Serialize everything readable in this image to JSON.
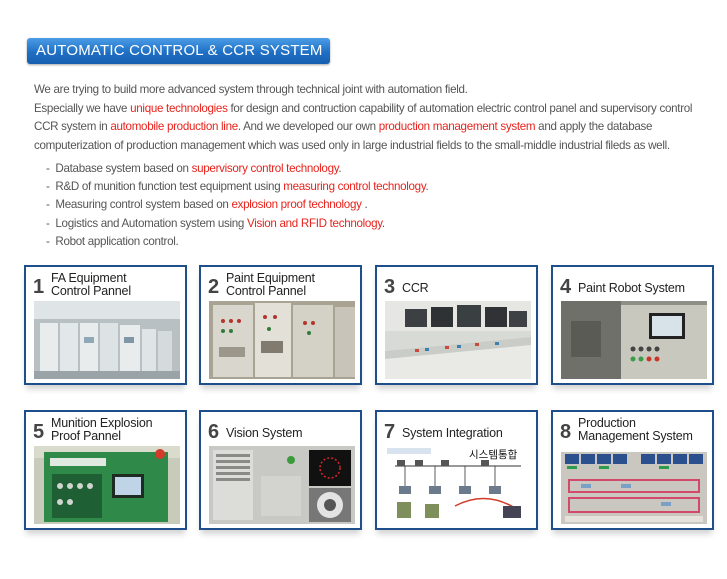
{
  "section": {
    "title": "AUTOMATIC CONTROL & CCR SYSTEM"
  },
  "intro": {
    "line1": "We are trying to build more advanced system through technical joint with automation field.",
    "line2a": "Especially we have ",
    "line2b": "unique technologies",
    "line2c": " for design and contruction capability of automation electric control panel and supervisory control",
    "line3a": "CCR system in ",
    "line3b": "automobile production line",
    "line3c": ". And we developed our own ",
    "line3d": "production management system",
    "line3e": " and apply the database",
    "line4": "computerization of production management which was used only in large industrial fields to the small-middle industrial fileds as well."
  },
  "bullets": [
    {
      "text": "Database system based on ",
      "hl": "supervisory control technology",
      "end": "."
    },
    {
      "text": "R&D of munition function test equipment using ",
      "hl": "measuring control technology",
      "end": "."
    },
    {
      "text": "Measuring control system based on ",
      "hl": "explosion proof technology",
      "end": " ."
    },
    {
      "text": "Logistics and Automation system using ",
      "hl": "Vision and RFID technology",
      "end": "."
    },
    {
      "text": "Robot application control.",
      "hl": "",
      "end": ""
    }
  ],
  "cards": [
    {
      "num": "1",
      "line1": "FA Equipment",
      "line2": "Control Pannel"
    },
    {
      "num": "2",
      "line1": "Paint Equipment",
      "line2": "Control Pannel"
    },
    {
      "num": "3",
      "line1": "CCR",
      "line2": ""
    },
    {
      "num": "4",
      "line1": "Paint Robot System",
      "line2": ""
    },
    {
      "num": "5",
      "line1": "Munition Explosion",
      "line2": "Proof Pannel"
    },
    {
      "num": "6",
      "line1": "Vision System",
      "line2": ""
    },
    {
      "num": "7",
      "line1": "System Integration",
      "line2": ""
    },
    {
      "num": "8",
      "line1": "Production",
      "line2": "Management System"
    }
  ],
  "card7_overlay": "시스템통합",
  "colors": {
    "accent": "#1f6fc4",
    "highlight": "#e8221c",
    "card_border": "#1f4f8a"
  }
}
